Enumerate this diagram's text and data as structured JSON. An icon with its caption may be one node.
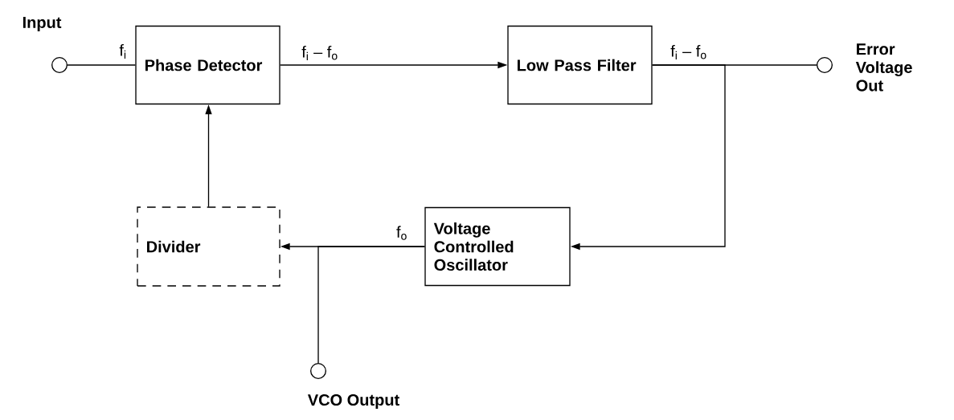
{
  "diagram": {
    "nodes": [
      {
        "text": [],
        "shape": "circle",
        "beside": [
          "Input"
        ]
      },
      {
        "text": [
          "Phase Detector"
        ]
      },
      {
        "text": [
          "Low Pass Filter"
        ]
      },
      {
        "text": [],
        "shape": "circle",
        "beside": [
          "Error Voltage Out"
        ]
      },
      {
        "text": [
          "Divider"
        ]
      },
      {
        "text": [
          "Voltage Controlled Oscillator"
        ]
      },
      {
        "text": [],
        "shape": "circle",
        "beside": [
          "VCO Output"
        ]
      }
    ],
    "edges": [
      {
        "from": 0,
        "to": 1,
        "arrow": "none",
        "label": "f$_{i}$"
      },
      {
        "from": 1,
        "to": 2,
        "arrow": "to",
        "label": "f$_{i}$ – f$_{o}$"
      },
      {
        "from": 2,
        "to": 3,
        "arrow": "none",
        "label": "f$_{i}$ – f$_{o}$"
      },
      {
        "from": 2,
        "to": 5,
        "arrow": "to"
      },
      {
        "from": 5,
        "to": 4,
        "arrow": "to",
        "label": "f$_{o}$"
      },
      {
        "from": 5,
        "to": 6,
        "arrow": "none"
      },
      {
        "from": 4,
        "to": 1,
        "arrow": "to"
      }
    ]
  }
}
